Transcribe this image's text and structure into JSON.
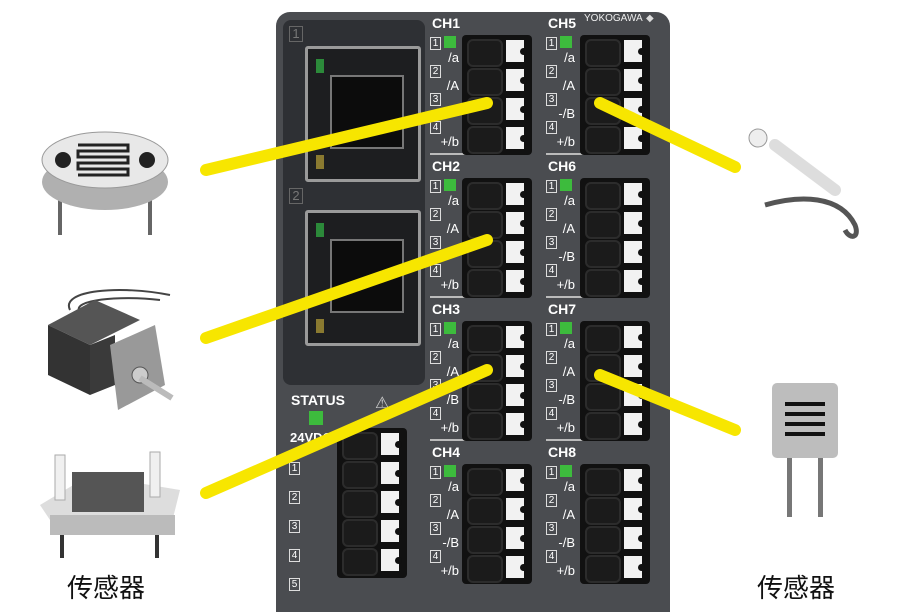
{
  "device": {
    "brand": "YOKOGAWA",
    "status_label": "STATUS",
    "power_label": "24VDC",
    "ethernet_ports": [
      "1",
      "2"
    ],
    "power_terminals": [
      "1",
      "2",
      "3",
      "4",
      "5"
    ],
    "channels": [
      {
        "name": "CH1",
        "pins": [
          "/a",
          "/A",
          "",
          "+/b"
        ]
      },
      {
        "name": "CH2",
        "pins": [
          "/a",
          "/A",
          "",
          "+/b"
        ]
      },
      {
        "name": "CH3",
        "pins": [
          "/a",
          "/A",
          "/B",
          "+/b"
        ]
      },
      {
        "name": "CH4",
        "pins": [
          "/a",
          "/A",
          "-/B",
          "+/b"
        ]
      },
      {
        "name": "CH5",
        "pins": [
          "/a",
          "/A",
          "-/B",
          "+/b"
        ]
      },
      {
        "name": "CH6",
        "pins": [
          "/a",
          "/A",
          "-/B",
          "+/b"
        ]
      },
      {
        "name": "CH7",
        "pins": [
          "/a",
          "/A",
          "-/B",
          "+/b"
        ]
      },
      {
        "name": "CH8",
        "pins": [
          "/a",
          "/A",
          "-/B",
          "+/b"
        ]
      }
    ],
    "pin_numbers": [
      "1",
      "2",
      "3",
      "4"
    ]
  },
  "labels": {
    "left_sensors": "传感器",
    "right_sensors": "传感器"
  },
  "colors": {
    "wire": "#f7e600",
    "led": "#3dbb3d",
    "body": "#4a4c50"
  }
}
